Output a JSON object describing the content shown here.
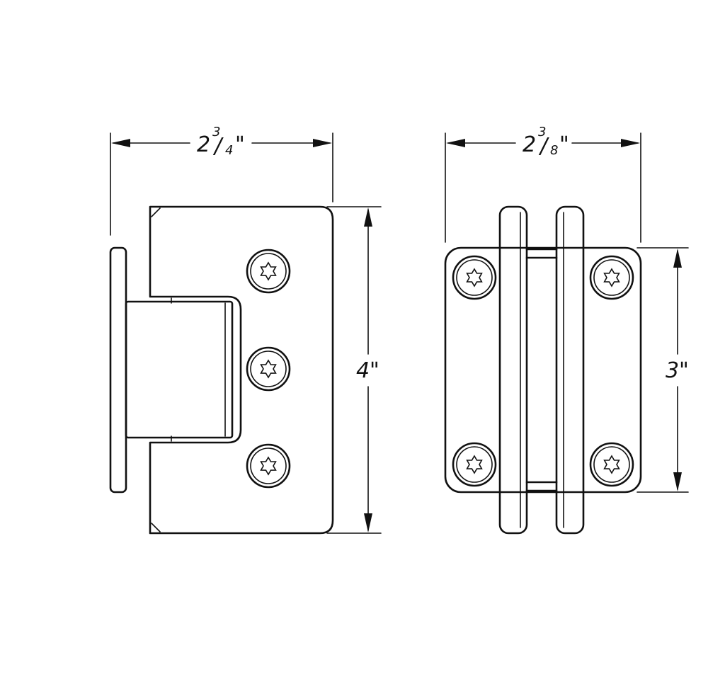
{
  "dimensions": {
    "hinge_width": {
      "whole": "2",
      "numerator": "3",
      "denominator": "4",
      "unit": "\""
    },
    "hinge_height": {
      "value": "4",
      "unit": "\""
    },
    "clamp_width": {
      "whole": "2",
      "numerator": "3",
      "denominator": "8",
      "unit": "\""
    },
    "clamp_height": {
      "value": "3",
      "unit": "\""
    }
  },
  "colors": {
    "line": "#111111",
    "background": "#ffffff"
  },
  "icons": {
    "screw": "torx-screw-icon"
  }
}
